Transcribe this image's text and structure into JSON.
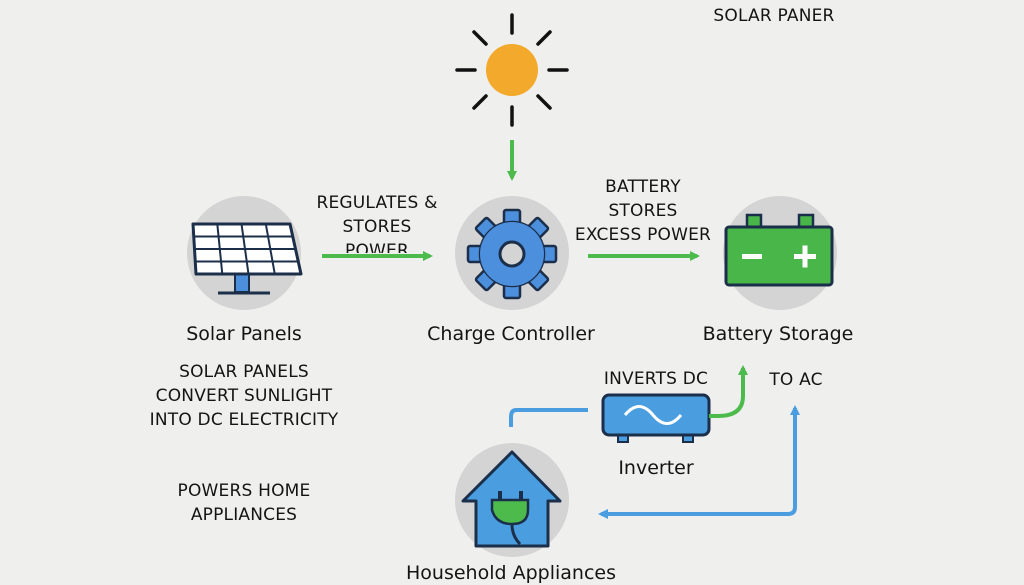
{
  "header": {
    "text": "SOLAR PANER"
  },
  "nodes": {
    "solar_panels": {
      "label": "Solar Panels"
    },
    "charge_controller": {
      "label": "Charge Controller"
    },
    "battery_storage": {
      "label": "Battery Storage"
    },
    "inverter": {
      "label": "Inverter"
    },
    "household_appliances": {
      "label": "Household Appliances"
    }
  },
  "annotations": {
    "regulates": [
      "REGULATES &",
      "STORES",
      "POWER"
    ],
    "battery_stores": [
      "BATTERY",
      "STORES",
      "EXCESS POWER"
    ],
    "solar_desc": [
      "SOLAR PANELS",
      "CONVERT SUNLIGHT",
      "INTO DC ELECTRICITY"
    ],
    "inverts_dc": "INVERTS DC",
    "to_ac": "TO AC",
    "powers_home": [
      "POWERS HOME",
      "APPLIANCES"
    ]
  },
  "colors": {
    "background": "#efefee",
    "circle": "#d4d4d4",
    "green_arrow": "#4cbb4c",
    "blue_arrow": "#4a9ee0",
    "sun": "#f2a92c",
    "gear": "#4c8fdc",
    "battery": "#49b649",
    "outline": "#1b2f4a"
  },
  "icons": [
    "sun-icon",
    "solar-panel-icon",
    "gear-icon",
    "battery-icon",
    "inverter-icon",
    "house-plug-icon"
  ]
}
